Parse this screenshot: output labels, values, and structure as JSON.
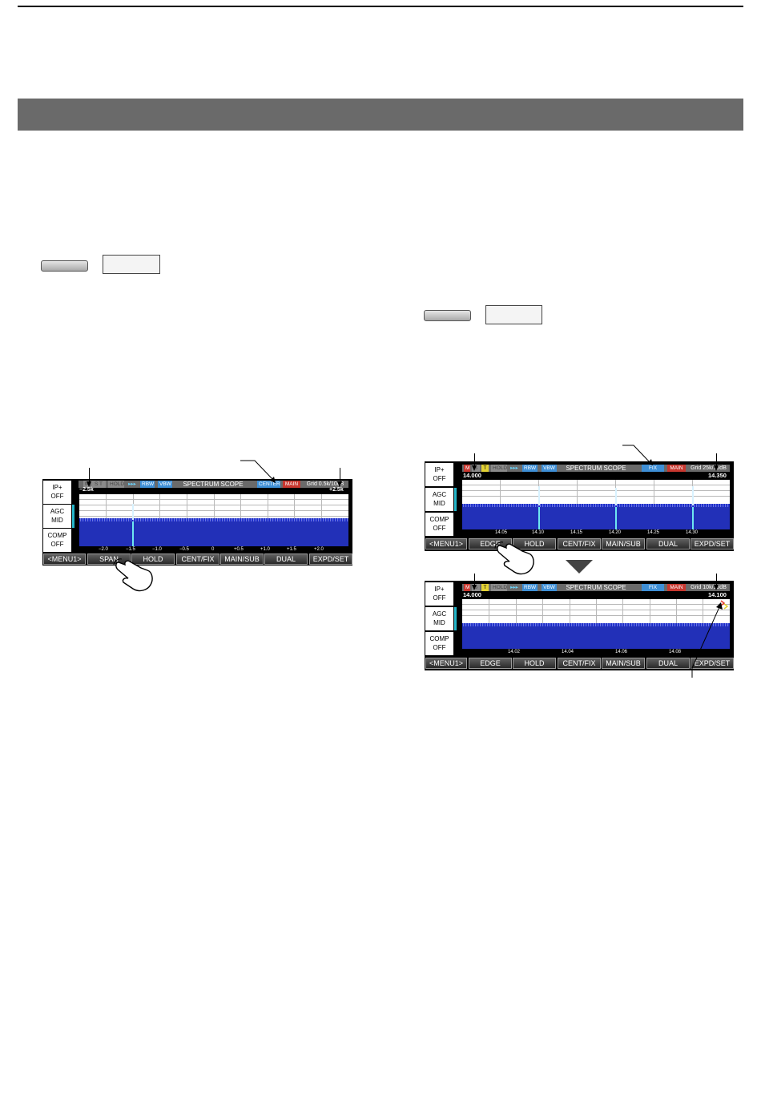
{
  "screen1": {
    "side": [
      "IP+\nOFF",
      "AGC\nMID",
      "COMP\nOFF"
    ],
    "header": {
      "title": "SPECTRUM SCOPE",
      "mode": "CENTER",
      "main": "MAIN",
      "grid": "Grid 0.5k/10dB",
      "hold": "HOLD",
      "rbw": "RBW",
      "vbw": "VBW"
    },
    "left_label": "−2.5k",
    "right_label": "+2.5k",
    "axis": [
      "−2.0",
      "−1.5",
      "−1.0",
      "−0.5",
      "0",
      "+0.5",
      "+1.0",
      "+1.5",
      "+2.0"
    ],
    "buttons": [
      "<MENU1>",
      "SPAN",
      "HOLD",
      "CENT/FIX",
      "MAIN/SUB",
      "DUAL",
      "EXPD/SET"
    ]
  },
  "screen2": {
    "side": [
      "IP+\nOFF",
      "AGC\nMID",
      "COMP\nOFF"
    ],
    "header": {
      "title": "SPECTRUM SCOPE",
      "mode": "FIX",
      "main": "MAIN",
      "grid": "Grid  25k/10dB",
      "m": "M",
      "t": "T",
      "hold": "HOLD",
      "rbw": "RBW",
      "vbw": "VBW"
    },
    "left_label": "14.000",
    "right_label": "14.350",
    "axis": [
      "14.05",
      "14.10",
      "14.15",
      "14.20",
      "14.25",
      "14.30"
    ],
    "buttons": [
      "<MENU1>",
      "EDGE",
      "HOLD",
      "CENT/FIX",
      "MAIN/SUB",
      "DUAL",
      "EXPD/SET"
    ]
  },
  "screen3": {
    "side": [
      "IP+\nOFF",
      "AGC\nMID",
      "COMP\nOFF"
    ],
    "header": {
      "title": "SPECTRUM SCOPE",
      "mode": "FIX",
      "main": "MAIN",
      "grid": "Grid  10k/10dB",
      "m": "M",
      "t": "T",
      "hold": "HOLD",
      "rbw": "RBW",
      "vbw": "VBW"
    },
    "left_label": "14.000",
    "right_label": "14.100",
    "axis": [
      "14.02",
      "14.04",
      "14.06",
      "14.08"
    ],
    "buttons": [
      "<MENU1>",
      "EDGE",
      "HOLD",
      "CENT/FIX",
      "MAIN/SUB",
      "DUAL",
      "EXPD/SET"
    ]
  }
}
